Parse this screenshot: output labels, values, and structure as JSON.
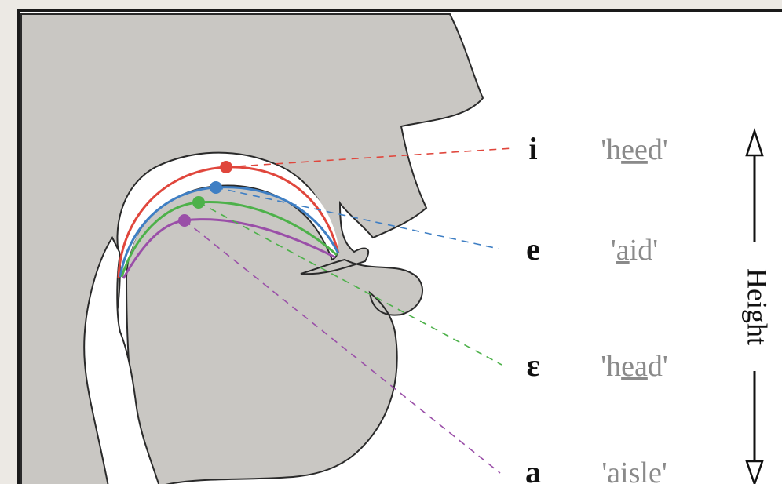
{
  "vowels": [
    {
      "symbol": "i",
      "word_prefix": "'h",
      "word_underlined": "ee",
      "word_suffix": "d'",
      "color": "#e0463c"
    },
    {
      "symbol": "e",
      "word_prefix": "'",
      "word_underlined": "a",
      "word_suffix": "id'",
      "color": "#3f7fc4"
    },
    {
      "symbol": "ɛ",
      "word_prefix": "'h",
      "word_underlined": "ea",
      "word_suffix": "d'",
      "color": "#4db14a"
    },
    {
      "symbol": "a",
      "word_prefix": "'",
      "word_underlined": "a",
      "word_suffix": "isle'",
      "color": "#9a4fa8"
    }
  ],
  "axis": {
    "label": "Height"
  },
  "colors": {
    "head_fill": "#c9c7c3",
    "outline": "#2a2a2a",
    "word_text": "#8a8a8a"
  }
}
